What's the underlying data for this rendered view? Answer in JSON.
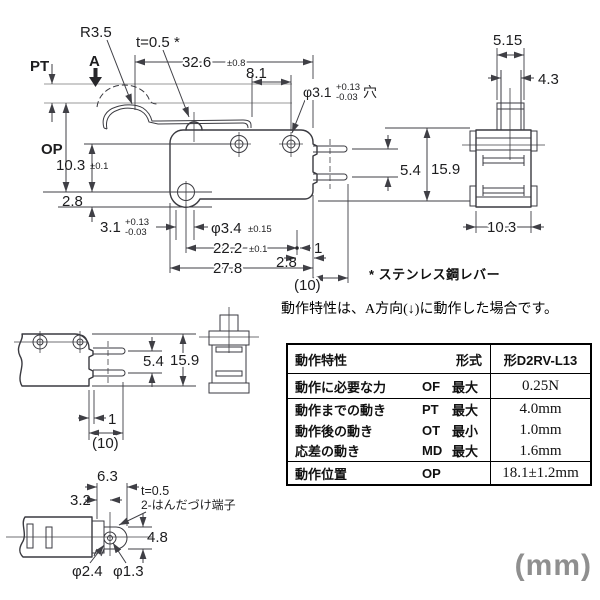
{
  "unit_label": "(mm)",
  "colors": {
    "ink": "#3a3a40",
    "unit_label_gray": "#8f8f8f"
  },
  "notes": {
    "lever": "* ステンレス鋼レバー",
    "operation_pre": "動作特性は、A方向(",
    "operation_arrow": "↓",
    "operation_post": ")に動作した場合です。"
  },
  "main_view": {
    "radius_label": "R3.5",
    "thickness_label": "t=0.5 *",
    "pt_label": "PT",
    "a_label": "A",
    "op_label": "OP",
    "dim_lever_length": "32.6",
    "dim_lever_length_tol": "±0.8",
    "dim_hole_offset": "8.1",
    "hole_dia_label": "φ3.1",
    "hole_dia_sup": "+0.13",
    "hole_dia_sub": "-0.03",
    "hole_dia_suffix": "穴",
    "dim_op_height": "10.3",
    "dim_op_height_tol": "±0.1",
    "dim_bottom_offset": "2.8",
    "dim_hole2": "3.1",
    "dim_hole2_sup": "+0.13",
    "dim_hole2_sub": "-0.03",
    "dim_hole2_dia": "φ3.4",
    "dim_hole2_dia_tol": "±0.15",
    "dim_hole_pitch": "22.2",
    "dim_hole_pitch_tol": "±0.1",
    "dim_one": "1",
    "dim_terminal_offset": "2.8",
    "dim_body_width": "27.8",
    "dim_ref_ten": "(10)",
    "dim_terminal_pitch": "5.4",
    "dim_height": "15.9"
  },
  "front_view": {
    "dim_plunger_outer": "5.15",
    "dim_plunger_inner": "4.3",
    "dim_body_width": "10.3"
  },
  "partial_view": {
    "dim_terminal_pitch": "5.4",
    "dim_height": "15.9",
    "dim_one": "1",
    "dim_ref_ten": "(10)"
  },
  "solder_view": {
    "dim_nose": "6.3",
    "dim_step": "3.2",
    "thickness_label": "t=0.5",
    "terminal_label": "2-はんだづけ端子",
    "dim_height": "4.8",
    "dia_outer": "φ2.4",
    "dia_inner": "φ1.3"
  },
  "table": {
    "header": {
      "title": "動作特性",
      "model_label": "形式",
      "model_value": "形D2RV-L13"
    },
    "rows": [
      {
        "label": "動作に必要な力",
        "code": "OF",
        "qual": "最大",
        "value": "0.25N"
      },
      {
        "label": "動作までの動き",
        "code": "PT",
        "qual": "最大",
        "value": "4.0mm"
      },
      {
        "label": "動作後の動き",
        "code": "OT",
        "qual": "最小",
        "value": "1.0mm"
      },
      {
        "label": "応差の動き",
        "code": "MD",
        "qual": "最大",
        "value": "1.6mm"
      },
      {
        "label": "動作位置",
        "code": "OP",
        "qual": "",
        "value": "18.1±1.2mm"
      }
    ]
  }
}
